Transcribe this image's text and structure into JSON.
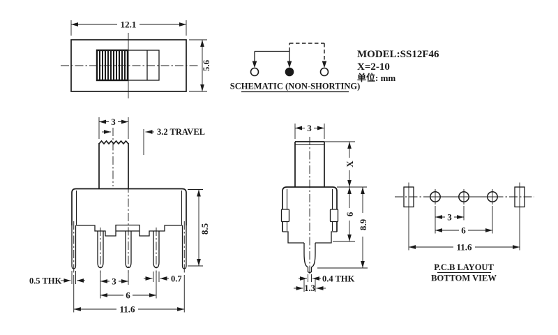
{
  "title_block": {
    "model": "MODEL:SS12F46",
    "x_range": "X=2-10",
    "unit_label": "单位: mm"
  },
  "schematic": {
    "caption": "SCHEMATIC (NON-SHORTING)"
  },
  "top_view": {
    "width_dim": "12.1",
    "height_dim": "5.6"
  },
  "front_view": {
    "knob_width_dim": "3",
    "travel_label": "3.2 TRAVEL",
    "height_dim": "8.5",
    "bracket_thickness_label": "0.5 THK",
    "pin_pitch_dim": "3",
    "pin_span_dim": "6",
    "pin_width_dim": "0.7",
    "overall_width_dim": "11.6"
  },
  "side_view": {
    "knob_width_dim": "3",
    "knob_height_dim": "X",
    "body_height_dim": "6",
    "overall_height_dim": "8.9",
    "pin_thickness_label": "0.4 THK",
    "pin_width_dim": "1.3"
  },
  "pcb_layout": {
    "hole_pitch_dim": "3",
    "hole_span_dim": "6",
    "slot_span_dim": "11.6",
    "caption_line1": "P.C.B LAYOUT",
    "caption_line2": "BOTTOM VIEW"
  },
  "colors": {
    "line": "#1a1a1a",
    "background": "#ffffff"
  }
}
